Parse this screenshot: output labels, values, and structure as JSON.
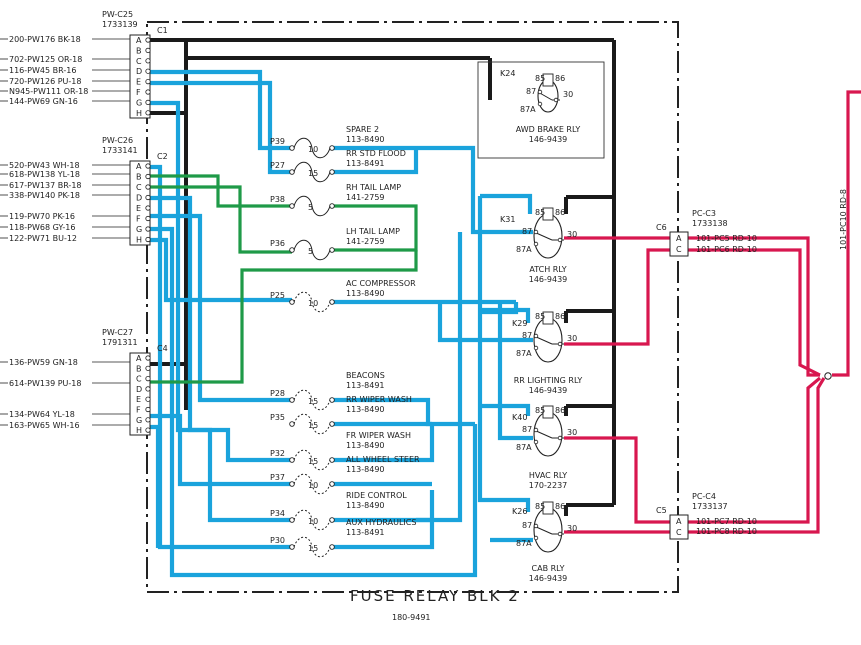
{
  "connectors": [
    {
      "id": "PW-C25",
      "part": "1733139",
      "cid": "C1",
      "pins": [
        "A",
        "B",
        "C",
        "D",
        "E",
        "F",
        "G",
        "H"
      ],
      "wires": [
        "200-PW176 BK-18",
        "702-PW125 OR-18",
        "116-PW45 BR-16",
        "720-PW126 PU-18",
        "N945-PW111 OR-18",
        "144-PW69 GN-16"
      ]
    },
    {
      "id": "PW-C26",
      "part": "1733141",
      "cid": "C2",
      "pins": [
        "A",
        "B",
        "C",
        "D",
        "E",
        "F",
        "G",
        "H"
      ],
      "wires": [
        "520-PW43 WH-18",
        "618-PW138 YL-18",
        "617-PW137 BR-18",
        "338-PW140 PK-18",
        "119-PW70 PK-16",
        "118-PW68 GY-16",
        "122-PW71 BU-12"
      ]
    },
    {
      "id": "PW-C27",
      "part": "1791311",
      "cid": "C4",
      "pins": [
        "A",
        "B",
        "C",
        "D",
        "E",
        "F",
        "G",
        "H"
      ],
      "wires": [
        "136-PW59 GN-18",
        "614-PW139 PU-18",
        "134-PW64 YL-18",
        "163-PW65 WH-16"
      ]
    },
    {
      "id": "PC-C3",
      "part": "1733138",
      "cid": "C6",
      "pins": [
        "A",
        "C"
      ],
      "wires": [
        "101-PC5 RD-10",
        "101-PC6 RD-10"
      ]
    },
    {
      "id": "PC-C4",
      "part": "1733137",
      "cid": "C5",
      "pins": [
        "A",
        "C"
      ],
      "wires": [
        "101-PC7 RD-10",
        "101-PC8 RD-10"
      ]
    }
  ],
  "fuses": [
    {
      "p": "P39",
      "amp": "10",
      "name": "SPARE 2",
      "part": "113-8490"
    },
    {
      "p": "P27",
      "amp": "15",
      "name": "RR STD FLOOD",
      "part": "113-8491"
    },
    {
      "p": "P38",
      "amp": "5",
      "name": "RH TAIL LAMP",
      "part": "141-2759"
    },
    {
      "p": "P36",
      "amp": "5",
      "name": "LH TAIL LAMP",
      "part": "141-2759"
    },
    {
      "p": "P25",
      "amp": "10",
      "name": "AC COMPRESSOR",
      "part": "113-8490"
    },
    {
      "p": "P28",
      "amp": "15",
      "name": "BEACONS",
      "part": "113-8491"
    },
    {
      "p": "P35",
      "amp": "15",
      "name": "RR WIPER WASH",
      "part": "113-8490"
    },
    {
      "p": "P32",
      "amp": "15",
      "name": "FR WIPER WASH",
      "part": "113-8490"
    },
    {
      "p": "P37",
      "amp": "10",
      "name": "ALL WHEEL STEER",
      "part": "113-8490"
    },
    {
      "p": "P34",
      "amp": "10",
      "name": "RIDE CONTROL",
      "part": "113-8490"
    },
    {
      "p": "P30",
      "amp": "15",
      "name": "AUX HYDRAULICS",
      "part": "113-8491"
    }
  ],
  "relays": [
    {
      "k": "K24",
      "name": "AWD BRAKE RLY",
      "part": "146-9439"
    },
    {
      "k": "K31",
      "name": "ATCH RLY",
      "part": "146-9439"
    },
    {
      "k": "K29",
      "name": "RR LIGHTING RLY",
      "part": "146-9439"
    },
    {
      "k": "K40",
      "name": "HVAC RLY",
      "part": "170-2237"
    },
    {
      "k": "K26",
      "name": "CAB RLY",
      "part": "146-9439"
    }
  ],
  "relay_terminals": [
    "85",
    "86",
    "87",
    "87A",
    "30"
  ],
  "outgoing_wire": "101-PC10 RD-8",
  "block_title": "FUSE RELAY BLK 2",
  "block_part": "180-9491",
  "colors": {
    "blue": "#1aa3dc",
    "green": "#1f9a48",
    "red": "#d8174f",
    "black": "#1a1a1a"
  }
}
